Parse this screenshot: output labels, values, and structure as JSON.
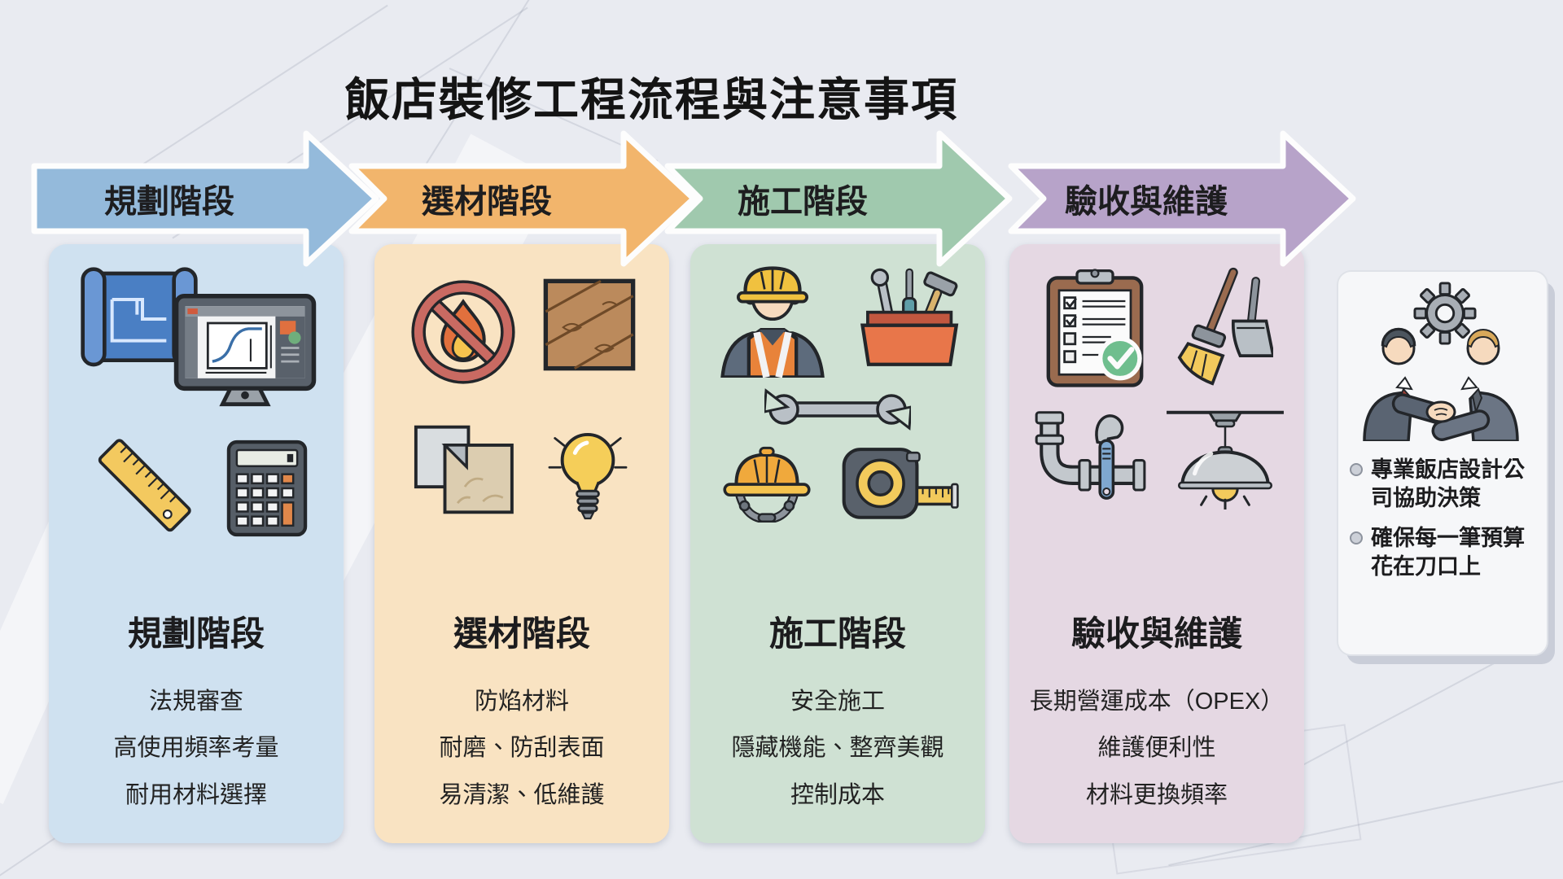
{
  "title": "飯店裝修工程流程與注意事項",
  "stages": [
    {
      "arrow_label": "規劃階段",
      "heading": "規劃階段",
      "items": [
        "法規審查",
        "高使用頻率考量",
        "耐用材料選擇"
      ],
      "colors": {
        "arrow": "#94badb",
        "panel": "#cfe1f0"
      },
      "icons": [
        "blueprint-icon",
        "monitor-icon",
        "ruler-icon",
        "calculator-icon"
      ]
    },
    {
      "arrow_label": "選材階段",
      "heading": "選材階段",
      "items": [
        "防焰材料",
        "耐磨、防刮表面",
        "易清潔、低維護"
      ],
      "colors": {
        "arrow": "#f2b56c",
        "panel": "#f9e3c2"
      },
      "icons": [
        "no-fire-icon",
        "wood-floor-icon",
        "material-sample-icon",
        "lightbulb-icon"
      ]
    },
    {
      "arrow_label": "施工階段",
      "heading": "施工階段",
      "items": [
        "安全施工",
        "隱藏機能、整齊美觀",
        "控制成本"
      ],
      "colors": {
        "arrow": "#a0c9ae",
        "panel": "#cfe1d3"
      },
      "icons": [
        "construction-worker-icon",
        "toolbox-icon",
        "wrench-icon",
        "hardhat-icon",
        "tape-measure-icon"
      ]
    },
    {
      "arrow_label": "驗收與維護",
      "heading": "驗收與維護",
      "items": [
        "長期營運成本（OPEX）",
        "維護便利性",
        "材料更換頻率"
      ],
      "colors": {
        "arrow": "#b7a3c9",
        "panel": "#e5d8e3"
      },
      "icons": [
        "checklist-icon",
        "broom-dustpan-icon",
        "pipe-wrench-icon",
        "pendant-lamp-icon"
      ]
    }
  ],
  "side_card": {
    "icons": [
      "gear-icon",
      "handshake-icon"
    ],
    "bullets": [
      "專業飯店設計公司協助決策",
      "確保每一筆預算花在刀口上"
    ]
  }
}
